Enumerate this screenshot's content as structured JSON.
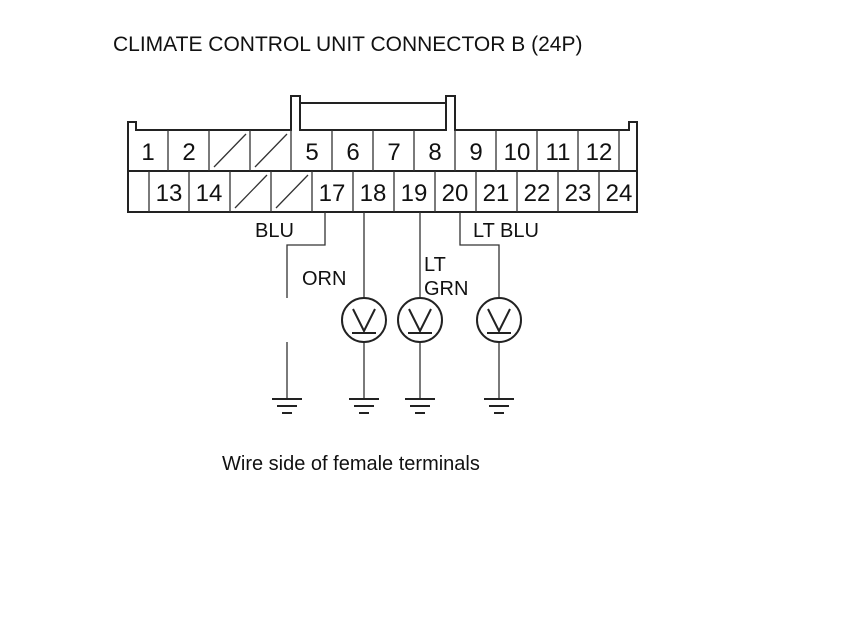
{
  "title": "CLIMATE CONTROL UNIT CONNECTOR B (24P)",
  "top_row_pins": [
    "1",
    "2",
    "",
    "",
    "5",
    "6",
    "7",
    "8",
    "9",
    "10",
    "11",
    "12"
  ],
  "bottom_row_pins": [
    "13",
    "14",
    "",
    "",
    "17",
    "18",
    "19",
    "20",
    "21",
    "22",
    "23",
    "24"
  ],
  "wires": {
    "blu": "BLU",
    "orn": "ORN",
    "lt_grn_line1": "LT",
    "lt_grn_line2": "GRN",
    "lt_blu": "LT BLU"
  },
  "caption": "Wire side of female terminals"
}
